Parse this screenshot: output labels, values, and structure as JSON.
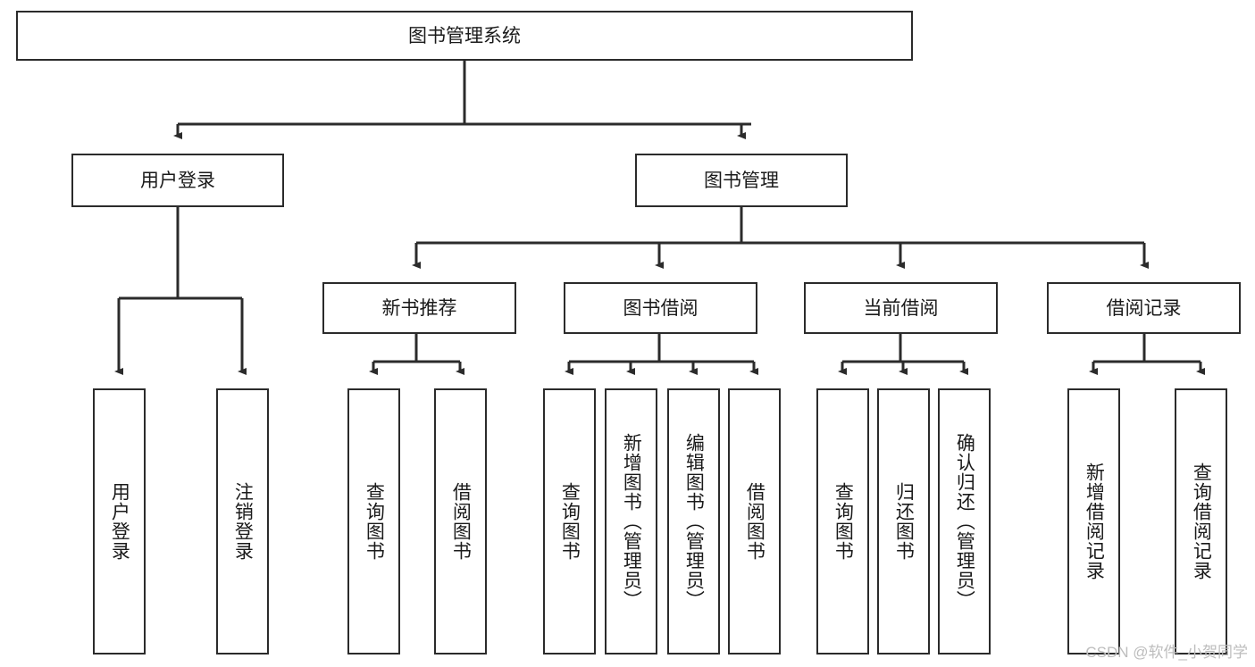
{
  "diagram": {
    "title": "图书管理系统",
    "watermark": "CSDN @软件_小贺同学",
    "line_color": "#2b2b2b",
    "box_fill": "#ffffff",
    "text_color": "#1a1a1a",
    "watermark_color": "#bdbdbd",
    "root": {
      "label": "图书管理系统"
    },
    "level2": [
      {
        "label": "用户登录"
      },
      {
        "label": "图书管理"
      }
    ],
    "level3": [
      {
        "label": "新书推荐"
      },
      {
        "label": "图书借阅"
      },
      {
        "label": "当前借阅"
      },
      {
        "label": "借阅记录"
      }
    ],
    "leaves": {
      "user_login": [
        {
          "label": "用户登录"
        },
        {
          "label": "注销登录"
        }
      ],
      "new_book_recommend": [
        {
          "label": "查询图书"
        },
        {
          "label": "借阅图书"
        }
      ],
      "book_borrow": [
        {
          "label": "查询图书"
        },
        {
          "label": "新增图书（管理员）"
        },
        {
          "label": "编辑图书（管理员）"
        },
        {
          "label": "借阅图书"
        }
      ],
      "current_borrow": [
        {
          "label": "查询图书"
        },
        {
          "label": "归还图书"
        },
        {
          "label": "确认归还（管理员）"
        }
      ],
      "borrow_record": [
        {
          "label": "新增借阅记录"
        },
        {
          "label": "查询借阅记录"
        }
      ]
    }
  }
}
